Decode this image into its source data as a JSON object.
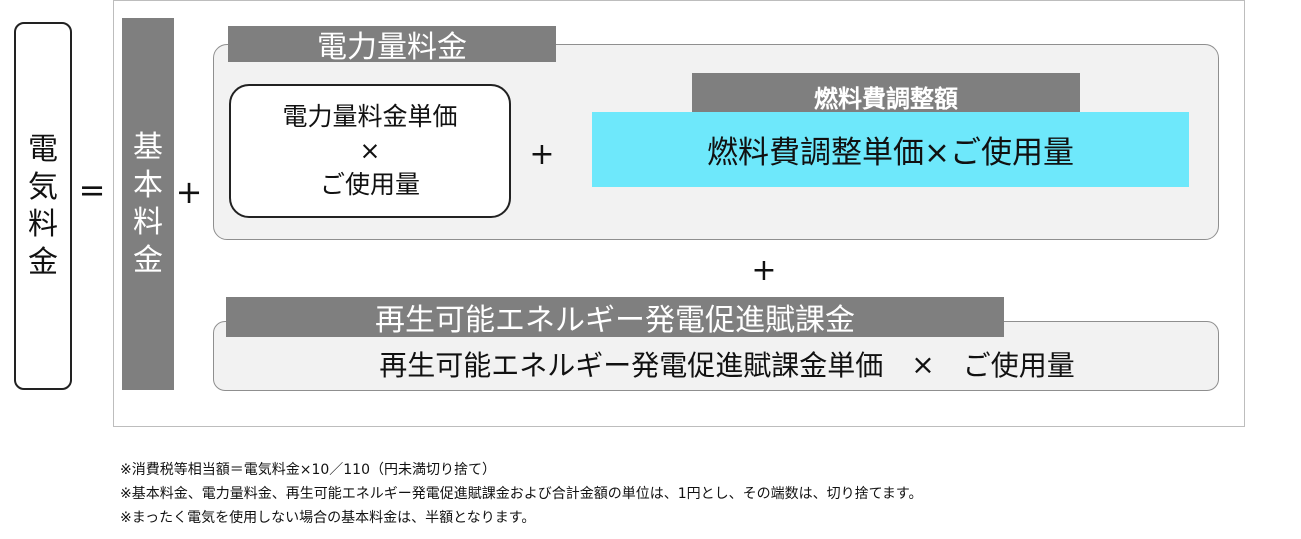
{
  "total": {
    "chars": [
      "電",
      "気",
      "料",
      "金"
    ]
  },
  "equals": "=",
  "basic": {
    "chars": [
      "基",
      "本",
      "料",
      "金"
    ]
  },
  "plus": "+",
  "energy": {
    "title": "電力量料金",
    "unit_box": {
      "line1": "電力量料金単価",
      "line2": "×",
      "line3": "ご使用量"
    },
    "fuel": {
      "title": "燃料費調整額",
      "formula": "燃料費調整単価×ご使用量"
    }
  },
  "renewable": {
    "title": "再生可能エネルギー発電促進賦課金",
    "formula_unit": "再生可能エネルギー発電促進賦課金単価",
    "formula_times": "×",
    "formula_usage": "ご使用量"
  },
  "notes": [
    "※消費税等相当額＝電気料金×10／110（円未満切り捨て）",
    "※基本料金、電力量料金、再生可能エネルギー発電促進賦課金および合計金額の単位は、1円とし、その端数は、切り捨てます。",
    "※まったく電気を使用しない場合の基本料金は、半額となります。"
  ],
  "colors": {
    "label_bar": "#7f7f7f",
    "panel_bg": "#f2f2f2",
    "fuel_highlight": "#6ee8fb"
  }
}
